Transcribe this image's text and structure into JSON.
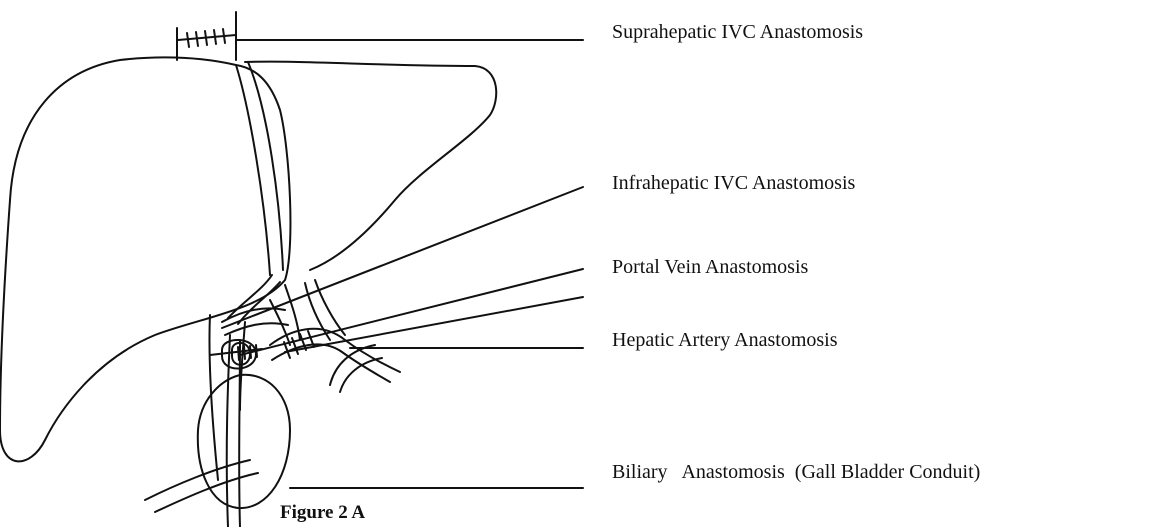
{
  "labels": {
    "suprahepatic_ivc": "Suprahepatic IVC Anastomosis",
    "infrahepatic_ivc": "Infrahepatic IVC Anastomosis",
    "portal_vein": "Portal Vein Anastomosis",
    "hepatic_artery": "Hepatic Artery Anastomosis",
    "biliary": "Biliary   Anastomosis  (Gall Bladder Conduit)"
  },
  "caption": "Figure 2 A",
  "colors": {
    "line": "#111111",
    "background": "#ffffff"
  }
}
